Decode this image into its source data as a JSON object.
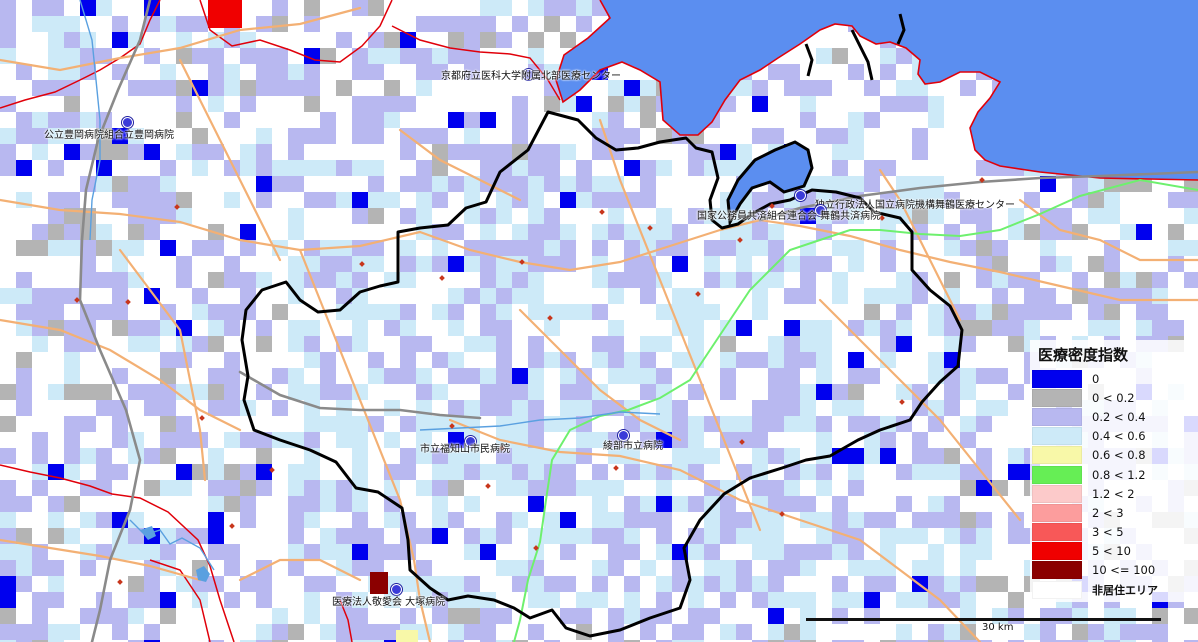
{
  "legend": {
    "title": "医療密度指数",
    "items": [
      {
        "label": "0",
        "color": "#0000ee"
      },
      {
        "label": "0 < 0.2",
        "color": "#b4b4b4"
      },
      {
        "label": "0.2 < 0.4",
        "color": "#b8b8f0"
      },
      {
        "label": "0.4 < 0.6",
        "color": "#cdeaf8"
      },
      {
        "label": "0.6 < 0.8",
        "color": "#f8f8a8"
      },
      {
        "label": "0.8 < 1.2",
        "color": "#66ee55"
      },
      {
        "label": "1.2 < 2",
        "color": "#fccaca"
      },
      {
        "label": "2 < 3",
        "color": "#fc9d9d"
      },
      {
        "label": "3 < 5",
        "color": "#f85858"
      },
      {
        "label": "5 < 10",
        "color": "#f00000"
      },
      {
        "label": "10 <= 100",
        "color": "#8b0000"
      },
      {
        "label": "非居住エリア",
        "color": "#ffffff"
      }
    ]
  },
  "hospitals": [
    {
      "name": "京都府立医科大学附属北部医療センター"
    },
    {
      "name": "公立豊岡病院組合立豊岡病院"
    },
    {
      "name": "独立行政法人国立病院機構舞鶴医療センター"
    },
    {
      "name": "国家公務員共済組合連合会 舞鶴共済病院"
    },
    {
      "name": "市立福知山市民病院"
    },
    {
      "name": "綾部市立病院"
    },
    {
      "name": "医療法人敬愛会 大塚病院"
    }
  ],
  "scale": {
    "label": "30 km"
  },
  "colors": {
    "sea": "#5b8ef0",
    "coast": "#e0000a",
    "boundary": "#000000",
    "road": "#f3b074",
    "highway": "#8a8a8a",
    "rail": "#6ef06e",
    "river": "#5aa0e0"
  },
  "icons": {
    "hospital": "hospital-icon"
  }
}
